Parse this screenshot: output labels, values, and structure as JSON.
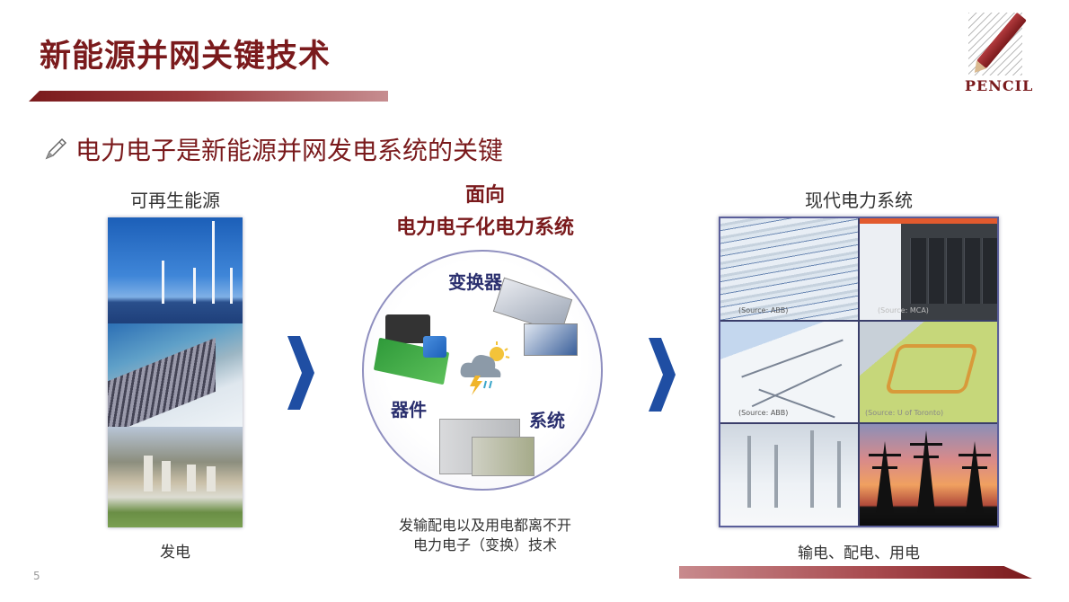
{
  "slide": {
    "title": "新能源并网关键技术",
    "subtitle": "电力电子是新能源并网发电系统的关键",
    "page_number": "5",
    "accent_color": "#7a1a1c",
    "arrow_color": "#1f4ea3"
  },
  "logo": {
    "text": "PENCIL"
  },
  "left_column": {
    "heading": "可再生能源",
    "caption": "发电",
    "images": [
      "wind-solar-image",
      "hydro-dam-image",
      "thermal-plant-image"
    ]
  },
  "middle_column": {
    "heading_line1": "面向",
    "heading_line2": "电力电子化电力系统",
    "circle_labels": {
      "converter": "变换器",
      "device": "器件",
      "system": "系统"
    },
    "caption_line1": "发输配电以及用电都离不开",
    "caption_line2": "电力电子（变换）技术"
  },
  "right_column": {
    "heading": "现代电力系统",
    "caption": "输电、配电、用电",
    "cells": [
      {
        "name": "hvdc-valve-hall",
        "source": "(Source: ABB)"
      },
      {
        "name": "data-center",
        "source": "(Source: MCA)"
      },
      {
        "name": "grid-diagram",
        "source": "(Source: ABB)"
      },
      {
        "name": "microgrid-diagram",
        "source": "(Source: U of Toronto)"
      },
      {
        "name": "substation",
        "source": ""
      },
      {
        "name": "transmission-towers",
        "source": ""
      }
    ]
  }
}
